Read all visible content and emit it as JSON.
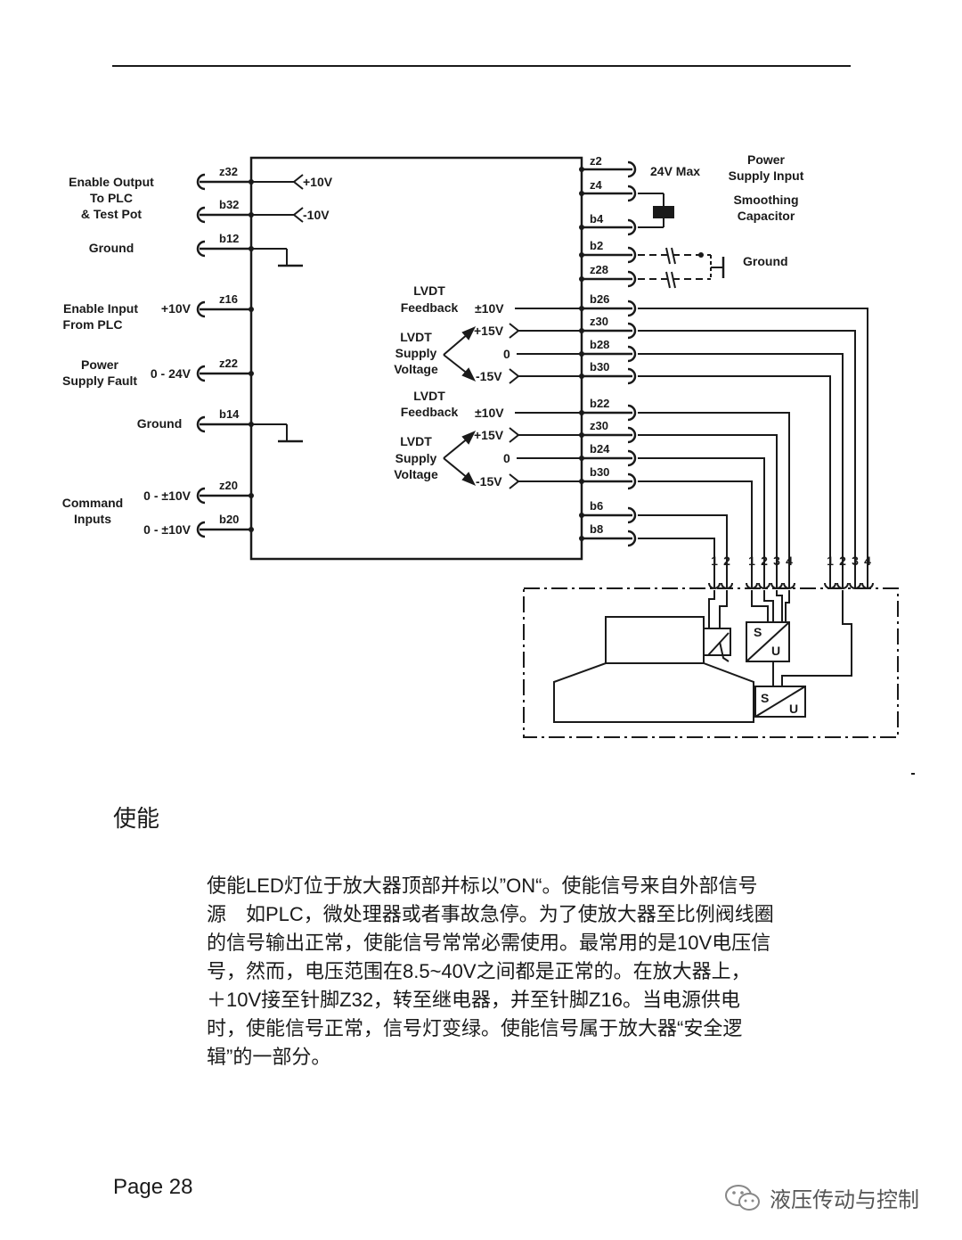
{
  "diagram": {
    "left_labels": {
      "enable_output": [
        "Enable Output",
        "To PLC",
        "& Test Pot"
      ],
      "ground_1": "Ground",
      "enable_input": [
        "Enable Input",
        "From PLC"
      ],
      "power_supply_fault": [
        "Power",
        "Supply Fault"
      ],
      "ground_2": "Ground",
      "command_inputs": [
        "Command",
        "Inputs"
      ]
    },
    "left_voltages": {
      "z32_internal": "+10V",
      "b32_internal": "-10V",
      "z16": "+10V",
      "z22": "0 - 24V",
      "z20": "0 - ±10V",
      "b20": "0 - ±10V"
    },
    "left_pins": [
      "z32",
      "b32",
      "b12",
      "z16",
      "z22",
      "b14",
      "z20",
      "b20"
    ],
    "right_pins": [
      "z2",
      "z4",
      "b4",
      "b2",
      "z28",
      "b26",
      "z30",
      "b28",
      "b30",
      "b22",
      "z30",
      "b24",
      "b30",
      "b6",
      "b8"
    ],
    "internal": {
      "lvdt_feedback": [
        "LVDT",
        "Feedback"
      ],
      "lvdt_supply": [
        "LVDT",
        "Supply",
        "Voltage"
      ],
      "plus_minus_10v": "±10V",
      "plus_15v": "+15V",
      "zero": "0",
      "minus_15v": "-15V"
    },
    "right_labels": {
      "max_24v": "24V Max",
      "power_supply_input": [
        "Power",
        "Supply Input"
      ],
      "smoothing_capacitor": [
        "Smoothing",
        "Capacitor"
      ],
      "ground": "Ground"
    },
    "connector_numbers": [
      "1",
      "2",
      "1",
      "2",
      "3",
      "4",
      "1",
      "2",
      "3",
      "4"
    ],
    "transducer_letters": [
      "S",
      "U"
    ]
  },
  "heading": "使能",
  "body_lines": [
    "使能LED灯位于放大器顶部并标以”ON“。使能信号来自外部信号",
    "源　如PLC，微处理器或者事故急停。为了使放大器至比例阀线圈",
    "的信号输出正常，使能信号常常必需使用。最常用的是10V电压信",
    "号，然而，电压范围在8.5~40V之间都是正常的。在放大器上，",
    "＋10V接至针脚Z32，转至继电器，并至针脚Z16。当电源供电",
    "时，使能信号正常，信号灯变绿。使能信号属于放大器“安全逻",
    "辑”的一部分。"
  ],
  "page_number": "Page 28",
  "watermark": "液压传动与控制"
}
